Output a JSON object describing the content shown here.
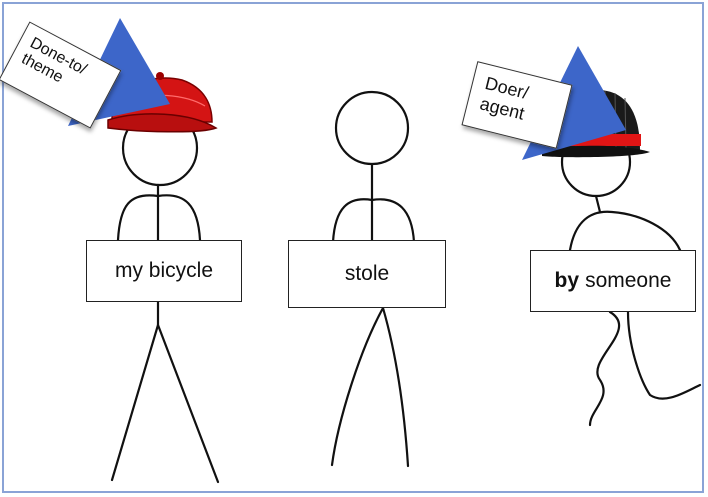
{
  "figures": [
    {
      "role_tag": [
        "Done-to/",
        "theme"
      ],
      "sign_text": "my bicycle",
      "hat": "red-cap"
    },
    {
      "role_tag": [],
      "sign_text": "stole",
      "hat": "none"
    },
    {
      "role_tag": [
        "Doer/",
        "agent"
      ],
      "sign_bold": "by",
      "sign_text": "someone",
      "hat": "black-fedora"
    }
  ],
  "colors": {
    "frame": "#8aa3d6",
    "arrow": "#3d66c9",
    "red_cap": "#d41414",
    "fedora": "#1a1a1a",
    "hat_band": "#e01515"
  }
}
